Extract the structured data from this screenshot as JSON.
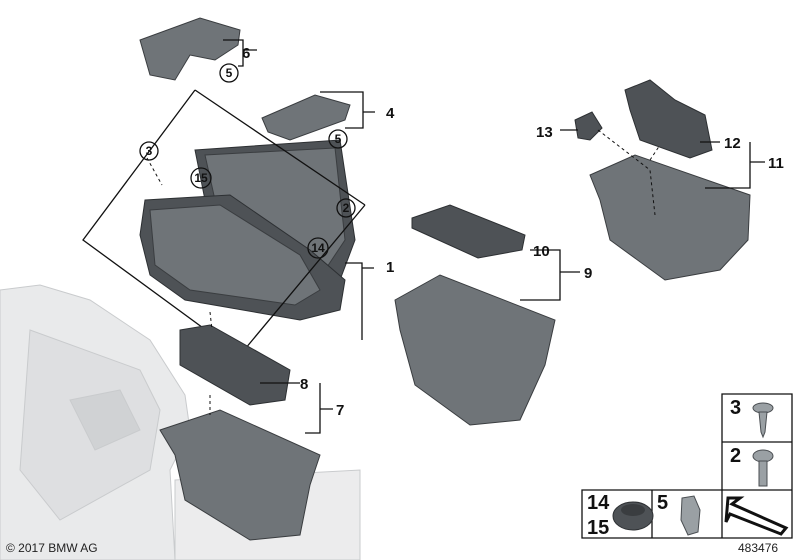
{
  "diagram": {
    "callouts": {
      "p1": "1",
      "p2": "2",
      "p3": "3",
      "p4": "4",
      "p5a": "5",
      "p5b": "5",
      "p6": "6",
      "p7": "7",
      "p8": "8",
      "p9": "9",
      "p10": "10",
      "p11": "11",
      "p12": "12",
      "p13": "13",
      "p14": "14",
      "p15": "15"
    },
    "legend": {
      "screw_3": "3",
      "screw_2": "2",
      "grommet_14": "14",
      "grommet_15": "15",
      "clip_5": "5"
    },
    "copyright": "© 2017 BMW AG",
    "diagram_number": "483476"
  }
}
